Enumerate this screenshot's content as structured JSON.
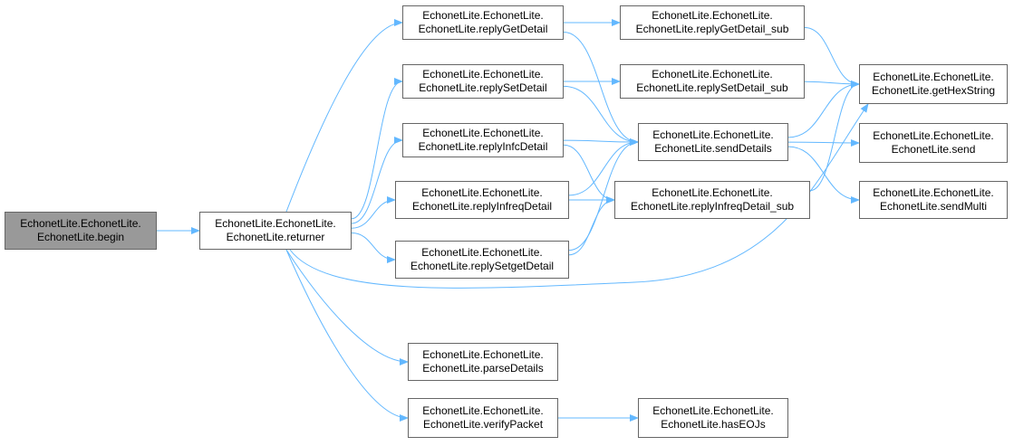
{
  "colors": {
    "edge": "#63b8ff",
    "node_border": "#666666",
    "root_fill": "#999999"
  },
  "nodes": {
    "begin": {
      "line1": "EchonetLite.EchonetLite.",
      "line2": "EchonetLite.begin"
    },
    "returner": {
      "line1": "EchonetLite.EchonetLite.",
      "line2": "EchonetLite.returner"
    },
    "replyGetDetail": {
      "line1": "EchonetLite.EchonetLite.",
      "line2": "EchonetLite.replyGetDetail"
    },
    "replySetDetail": {
      "line1": "EchonetLite.EchonetLite.",
      "line2": "EchonetLite.replySetDetail"
    },
    "replyInfcDetail": {
      "line1": "EchonetLite.EchonetLite.",
      "line2": "EchonetLite.replyInfcDetail"
    },
    "replyInfreqDetail": {
      "line1": "EchonetLite.EchonetLite.",
      "line2": "EchonetLite.replyInfreqDetail"
    },
    "replySetgetDetail": {
      "line1": "EchonetLite.EchonetLite.",
      "line2": "EchonetLite.replySetgetDetail"
    },
    "parseDetails": {
      "line1": "EchonetLite.EchonetLite.",
      "line2": "EchonetLite.parseDetails"
    },
    "verifyPacket": {
      "line1": "EchonetLite.EchonetLite.",
      "line2": "EchonetLite.verifyPacket"
    },
    "replyGetDetail_sub": {
      "line1": "EchonetLite.EchonetLite.",
      "line2": "EchonetLite.replyGetDetail_sub"
    },
    "replySetDetail_sub": {
      "line1": "EchonetLite.EchonetLite.",
      "line2": "EchonetLite.replySetDetail_sub"
    },
    "sendDetails": {
      "line1": "EchonetLite.EchonetLite.",
      "line2": "EchonetLite.sendDetails"
    },
    "replyInfreqDetail_sub": {
      "line1": "EchonetLite.EchonetLite.",
      "line2": "EchonetLite.replyInfreqDetail_sub"
    },
    "hasEOJs": {
      "line1": "EchonetLite.EchonetLite.",
      "line2": "EchonetLite.hasEOJs"
    },
    "getHexString": {
      "line1": "EchonetLite.EchonetLite.",
      "line2": "EchonetLite.getHexString"
    },
    "send": {
      "line1": "EchonetLite.EchonetLite.",
      "line2": "EchonetLite.send"
    },
    "sendMulti": {
      "line1": "EchonetLite.EchonetLite.",
      "line2": "EchonetLite.sendMulti"
    }
  },
  "edges": [
    [
      "begin",
      "returner"
    ],
    [
      "returner",
      "replyGetDetail"
    ],
    [
      "returner",
      "replySetDetail"
    ],
    [
      "returner",
      "replyInfcDetail"
    ],
    [
      "returner",
      "replyInfreqDetail"
    ],
    [
      "returner",
      "replySetgetDetail"
    ],
    [
      "returner",
      "getHexString"
    ],
    [
      "returner",
      "parseDetails"
    ],
    [
      "returner",
      "verifyPacket"
    ],
    [
      "replyGetDetail",
      "replyGetDetail_sub"
    ],
    [
      "replyGetDetail",
      "sendDetails"
    ],
    [
      "replySetDetail",
      "replySetDetail_sub"
    ],
    [
      "replySetDetail",
      "sendDetails"
    ],
    [
      "replyInfcDetail",
      "sendDetails"
    ],
    [
      "replyInfcDetail",
      "replyInfreqDetail_sub"
    ],
    [
      "replyInfreqDetail",
      "replyInfreqDetail_sub"
    ],
    [
      "replyInfreqDetail",
      "sendDetails"
    ],
    [
      "replySetgetDetail",
      "sendDetails"
    ],
    [
      "replySetgetDetail",
      "replyInfreqDetail_sub"
    ],
    [
      "verifyPacket",
      "hasEOJs"
    ],
    [
      "replyGetDetail_sub",
      "getHexString"
    ],
    [
      "replySetDetail_sub",
      "getHexString"
    ],
    [
      "sendDetails",
      "getHexString"
    ],
    [
      "sendDetails",
      "send"
    ],
    [
      "sendDetails",
      "sendMulti"
    ],
    [
      "replyInfreqDetail_sub",
      "getHexString"
    ]
  ]
}
